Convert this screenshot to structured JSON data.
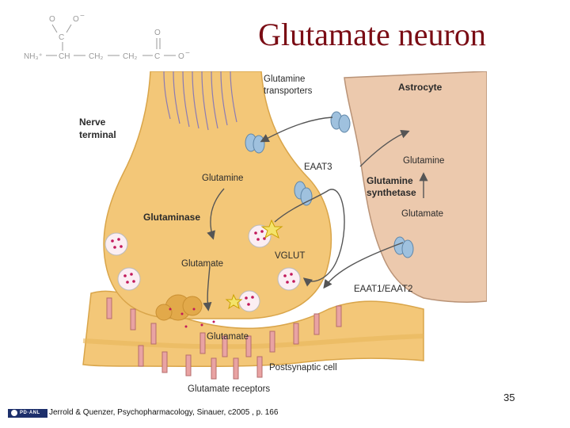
{
  "title": "Glutamate neuron",
  "chem": {
    "c1_top": "O",
    "c1_o": "O",
    "c1_charge": "−",
    "c1_c": "C",
    "nh3": "NH₃⁺",
    "ch": "CH",
    "ch2a": "CH₂",
    "ch2b": "CH₂",
    "c2_c": "C",
    "c2_top": "O",
    "c2_o": "O",
    "c2_charge": "−"
  },
  "figure": {
    "nerve_terminal": "Nerve",
    "nerve_terminal_2": "terminal",
    "astrocyte": "Astrocyte",
    "glutamine_transporters": "Glutamine",
    "glutamine_transporters_2": "transporters",
    "eaat3": "EAAT3",
    "glutamine_astro": "Glutamine",
    "glutamine_synthetase": "Glutamine",
    "glutamine_synthetase_2": "synthetase",
    "glutamate_astro": "Glutamate",
    "glutamine_terminal": "Glutamine",
    "glutaminase": "Glutaminase",
    "glutamate_terminal": "Glutamate",
    "vglut": "VGLUT",
    "eaat12": "EAAT1/EAAT2",
    "glutamate_cleft": "Glutamate",
    "postsynaptic": "Postsynaptic cell",
    "receptors": "Glutamate receptors"
  },
  "page_number": "35",
  "badge": "PD·ANL",
  "citation": "Jerrold & Quenzer, Psychopharmacology, Sinauer, c2005 , p. 166",
  "colors": {
    "title": "#7a0c14",
    "terminal": "#f3c778",
    "astrocyte": "#ecc9ad",
    "transporter": "#9fc1de",
    "vesicle_dot": "#c2185b",
    "receptor": "#e9a3a3"
  }
}
